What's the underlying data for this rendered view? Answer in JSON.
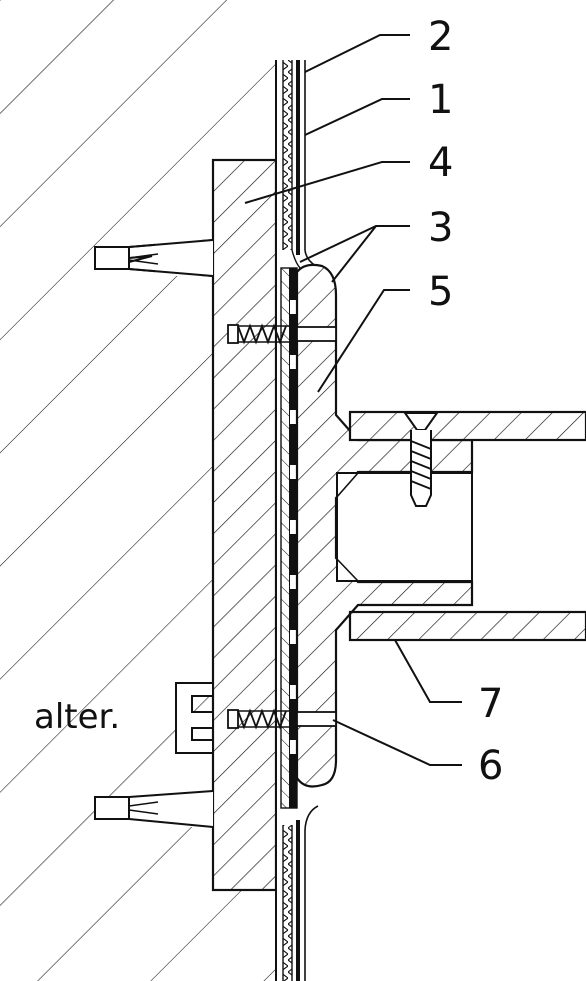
{
  "callouts": {
    "c1": "1",
    "c2": "2",
    "c3": "3",
    "c4": "4",
    "c5": "5",
    "c6": "6",
    "c7": "7"
  },
  "note": "alter.",
  "colors": {
    "line": "#111111",
    "background": "#ffffff"
  }
}
